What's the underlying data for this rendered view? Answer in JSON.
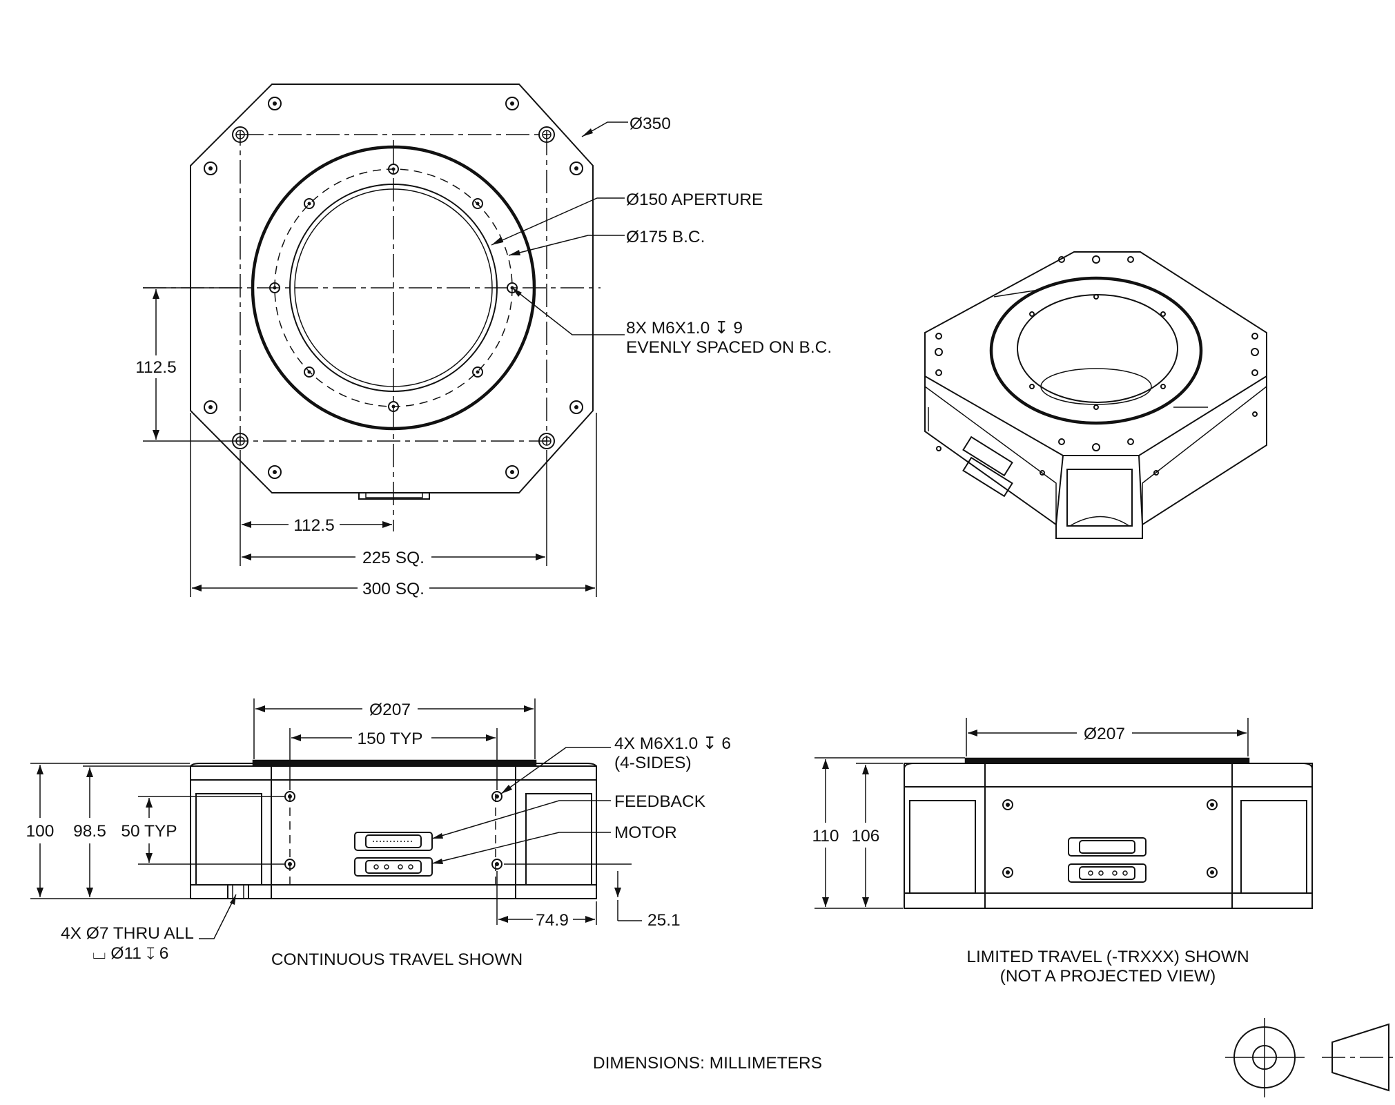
{
  "top_view": {
    "outer_diameter": "Ø350",
    "aperture": "Ø150 APERTURE",
    "bolt_circle": "Ø175 B.C.",
    "thread_spec_line1": "8X M6X1.0 ↧ 9",
    "thread_spec_line2": "EVENLY SPACED ON B.C.",
    "dim_vertical": "112.5",
    "dim_horizontal_half": "112.5",
    "dim_square_inner": "225 SQ.",
    "dim_square_outer": "300 SQ."
  },
  "side_view": {
    "diameter": "Ø207",
    "hole_spacing": "150 TYP",
    "side_threads_line1": "4X M6X1.0 ↧ 6",
    "side_threads_line2": "(4-SIDES)",
    "feedback": "FEEDBACK",
    "motor": "MOTOR",
    "height_total": "100",
    "height_body": "98.5",
    "hole_vertical": "50 TYP",
    "thru_line1": "4X Ø7 THRU ALL",
    "thru_line2": "⌴ Ø11 ↧ 6",
    "offset_h": "74.9",
    "offset_v": "25.1",
    "caption": "CONTINUOUS TRAVEL SHOWN"
  },
  "limited_view": {
    "diameter": "Ø207",
    "height_total": "110",
    "height_body": "106",
    "caption_line1": "LIMITED TRAVEL (-TRXXX) SHOWN",
    "caption_line2": "(NOT A PROJECTED VIEW)"
  },
  "units_note": "DIMENSIONS:  MILLIMETERS"
}
